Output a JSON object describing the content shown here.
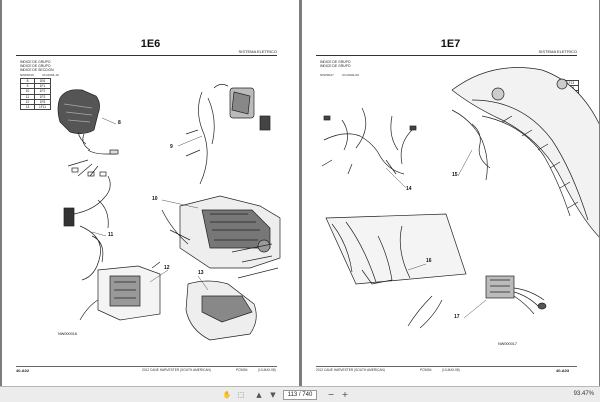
{
  "left_page": {
    "title": "1E6",
    "section": "SISTEMA ELETRICO",
    "index_lines": [
      "INDICE DE GRUPO",
      "INDICE DE GRUPO",
      "INDICE DE SECCION"
    ],
    "codes": [
      "NW00016",
      "UN-0004-10"
    ],
    "ref_table": [
      [
        "8",
        "1E6"
      ],
      [
        "9",
        "1F1"
      ],
      [
        "10",
        "1F2"
      ],
      [
        "11",
        "1F3"
      ],
      [
        "12",
        "1F5"
      ],
      [
        "13",
        "1F11"
      ]
    ],
    "callouts": [
      "8",
      "9",
      "10",
      "11",
      "12",
      "13"
    ],
    "figure_id": "NW000016",
    "footer_left": "40-A02",
    "footer_center": "2012 CANE HARVESTER (SOUTH AMERICAN)",
    "footer_right": "PC9654",
    "footer_date": "(10-MAY-08)"
  },
  "right_page": {
    "title": "1E7",
    "section": "SISTEMA ELETRICO",
    "index_lines": [
      "INDICE DE GRUPO",
      "INDICE DE GRUPO"
    ],
    "codes": [
      "NW00017",
      "UN-0004-06"
    ],
    "ref_table": [
      [
        "14",
        "1F13"
      ],
      [
        "15",
        "1F15"
      ],
      [
        "16",
        "1F16"
      ],
      [
        "17",
        "1F17"
      ]
    ],
    "callouts": [
      "14",
      "15",
      "16",
      "17"
    ],
    "figure_id": "NW000017",
    "footer_left": "2012 CANE HARVESTER (SOUTH AMERICAN)",
    "footer_center": "PC9654",
    "footer_date": "(10-MAY-08)",
    "footer_right": "40-A03"
  },
  "toolbar": {
    "page_indicator": "113 / 740",
    "zoom": "93.47%"
  },
  "icons": [
    "hand-icon",
    "select-icon",
    "page-up-icon",
    "page-down-icon",
    "zoom-out-icon",
    "zoom-in-icon"
  ]
}
